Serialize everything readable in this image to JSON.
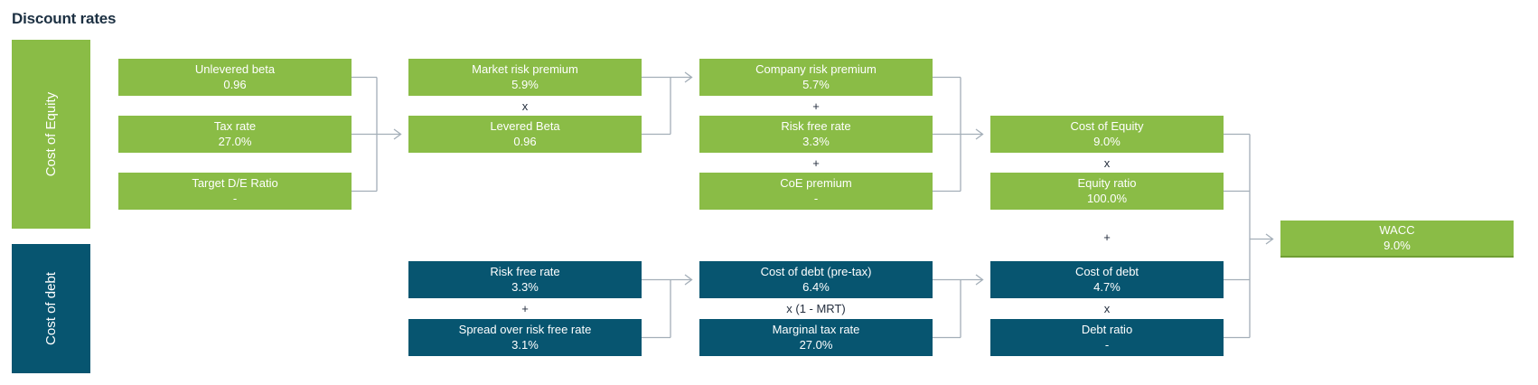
{
  "title": "Discount rates",
  "colors": {
    "equity_green": "#8abc46",
    "debt_teal": "#075570",
    "connector_gray": "#a3aeb8",
    "title_navy": "#1c3042",
    "operator_text": "#242e3e",
    "wacc_bottom_border": "#6f9e33",
    "box_text": "#ffffff"
  },
  "groups": {
    "equity_label": "Cost of Equity",
    "debt_label": "Cost of debt"
  },
  "boxes": {
    "unlevered_beta": {
      "label": "Unlevered beta",
      "value": "0.96"
    },
    "tax_rate": {
      "label": "Tax rate",
      "value": "27.0%"
    },
    "target_de_ratio": {
      "label": "Target D/E Ratio",
      "value": "-"
    },
    "market_risk_premium": {
      "label": "Market risk premium",
      "value": "5.9%"
    },
    "levered_beta": {
      "label": "Levered Beta",
      "value": "0.96"
    },
    "company_risk_premium": {
      "label": "Company risk premium",
      "value": "5.7%"
    },
    "risk_free_rate_equity": {
      "label": "Risk free rate",
      "value": "3.3%"
    },
    "coe_premium": {
      "label": "CoE premium",
      "value": "-"
    },
    "cost_of_equity": {
      "label": "Cost of Equity",
      "value": "9.0%"
    },
    "equity_ratio": {
      "label": "Equity ratio",
      "value": "100.0%"
    },
    "risk_free_rate_debt": {
      "label": "Risk free rate",
      "value": "3.3%"
    },
    "spread_over_rfr": {
      "label": "Spread over risk free rate",
      "value": "3.1%"
    },
    "cost_of_debt_pretax": {
      "label": "Cost of debt (pre-tax)",
      "value": "6.4%"
    },
    "marginal_tax_rate": {
      "label": "Marginal tax rate",
      "value": "27.0%"
    },
    "cost_of_debt": {
      "label": "Cost of debt",
      "value": "4.7%"
    },
    "debt_ratio": {
      "label": "Debt ratio",
      "value": "-"
    },
    "wacc": {
      "label": "WACC",
      "value": "9.0%"
    }
  },
  "operators": {
    "beta_multiply": "x",
    "crp_plus": "+",
    "rfr_plus": "+",
    "equity_multiply": "x",
    "group_plus": "+",
    "debt_rfr_plus": "+",
    "mrt_formula": "x (1 - MRT)",
    "debt_multiply": "x"
  }
}
